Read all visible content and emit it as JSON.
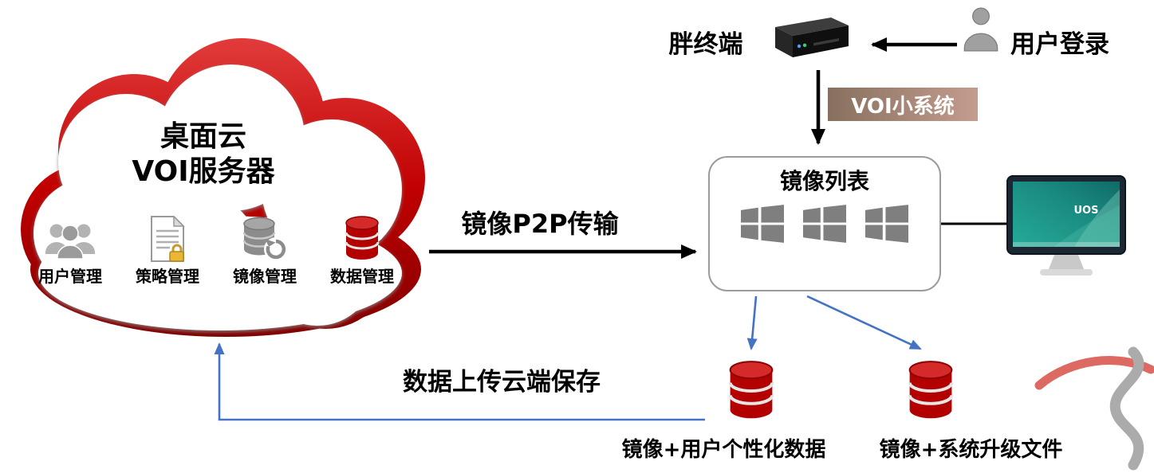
{
  "cloud": {
    "title_line1": "桌面云",
    "title_line2": "VOI服务器",
    "modules": [
      {
        "label": "用户管理",
        "icon": "users-group-icon"
      },
      {
        "label": "策略管理",
        "icon": "policy-document-lock-icon"
      },
      {
        "label": "镜像管理",
        "icon": "image-database-refresh-icon"
      },
      {
        "label": "数据管理",
        "icon": "data-database-icon"
      }
    ]
  },
  "terminal": {
    "label": "胖终端",
    "icon": "fat-terminal-device-icon"
  },
  "user_login": {
    "label": "用户登录",
    "icon": "user-silhouette-icon"
  },
  "voi_system_badge": {
    "label": "VOI小系统"
  },
  "image_list": {
    "title": "镜像列表",
    "icon": "windows-logo-icon"
  },
  "monitor": {
    "os_label": "UOS",
    "icon": "uos-monitor-icon"
  },
  "edges": {
    "p2p_label": "镜像P2P传输",
    "upload_label": "数据上传云端保存"
  },
  "storage": [
    {
      "label": "镜像+用户个性化数据",
      "icon": "database-icon"
    },
    {
      "label": "镜像+系统升级文件",
      "icon": "database-icon"
    }
  ],
  "colors": {
    "cloud_red": "#c00000",
    "database_red": "#b30000",
    "arrow_black": "#000000",
    "arrow_blue": "#4472c4",
    "windows_gray": "#7f7f7f",
    "screen_teal": "#1f9e8e"
  }
}
